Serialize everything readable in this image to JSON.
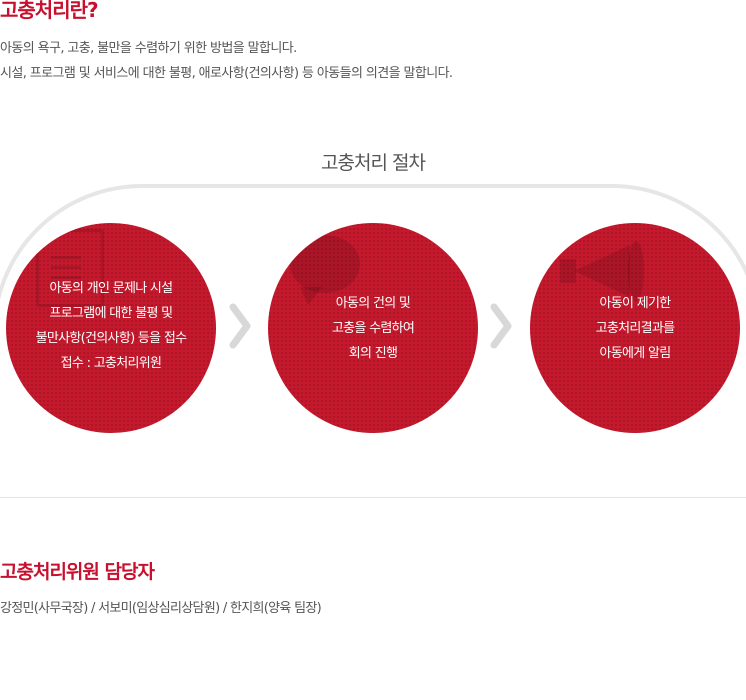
{
  "header": {
    "title": "고충처리란?"
  },
  "intro": {
    "line1": "아동의 욕구, 고충, 불만을 수렴하기 위한 방법을 말합니다.",
    "line2": "시설, 프로그램 및 서비스에 대한 불평, 애로사항(건의사항) 등 아동들의 의견을 말합니다."
  },
  "process": {
    "title": "고충처리 절차",
    "steps": [
      {
        "icon": "document-icon",
        "lines": [
          "아동의 개인 문제나 시설",
          "프로그램에 대한 불평 및",
          "불만사항(건의사항) 등을 접수",
          "접수 : 고충처리위원"
        ]
      },
      {
        "icon": "speech-bubble-icon",
        "lines": [
          "아동의 건의 및",
          "고충을 수렴하여",
          "회의 진행"
        ]
      },
      {
        "icon": "megaphone-icon",
        "lines": [
          "아동이 제기한",
          "고충처리결과를",
          "아동에게 알림"
        ]
      }
    ]
  },
  "staff": {
    "title": "고충처리위원 담당자",
    "members": "강정민(사무국장) / 서보미(임상심리상담원) / 한지희(양육 팀장)"
  },
  "colors": {
    "accent": "#c8102e",
    "circle": "#c5192d",
    "arrow": "#d8d8d8",
    "track": "#e6e6e6"
  }
}
